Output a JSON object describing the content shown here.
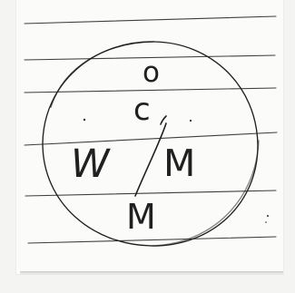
{
  "drawing": {
    "symbols": {
      "top": "o",
      "middle": "c",
      "left": "W",
      "right": "M",
      "bottom": "M"
    }
  },
  "colors": {
    "paper": "#fbfbfa",
    "line": "#3f3f3f",
    "ink": "#202020"
  }
}
